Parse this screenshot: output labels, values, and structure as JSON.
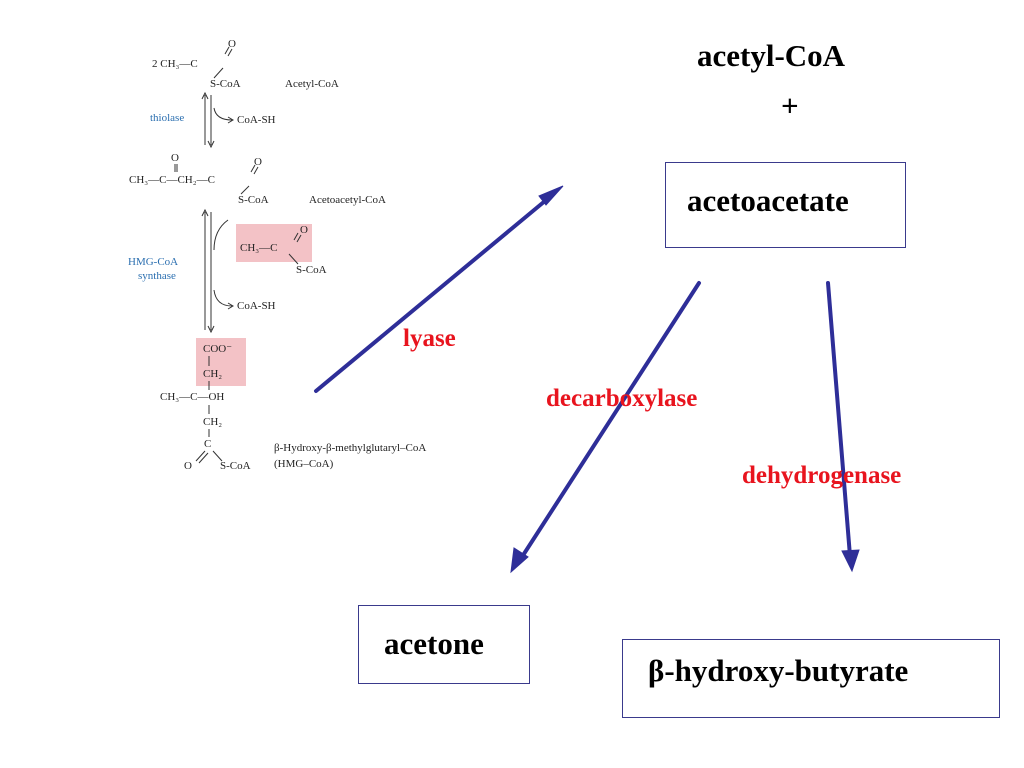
{
  "pathway": {
    "row1_formula": "2 CH₃—C",
    "row1_o": "O",
    "row1_scoa": "S-CoA",
    "row1_name": "Acetyl-CoA",
    "thiolase": "thiolase",
    "coash1": "CoA-SH",
    "row2_o1": "O",
    "row2_o2": "O",
    "row2_formula": "CH₃—C—CH₂—C",
    "row2_scoa": "S-CoA",
    "row2_name": "Acetoacetyl-CoA",
    "hmg_enzyme_line1": "HMG-CoA",
    "hmg_enzyme_line2": "synthase",
    "added_formula": "CH₃—C",
    "added_o": "O",
    "added_scoa": "S-CoA",
    "coash2": "CoA-SH",
    "hmg_coo": "COO⁻",
    "hmg_ch2a": "CH₂",
    "hmg_mid": "CH₃—C—OH",
    "hmg_ch2b": "CH₂",
    "hmg_c": "C",
    "hmg_o": "O",
    "hmg_scoa": "S-CoA",
    "hmg_name_line1": "β-Hydroxy-β-methylglutaryl–CoA",
    "hmg_name_line2": "(HMG–CoA)"
  },
  "nodes": {
    "acetyl_coa": "acetyl-CoA",
    "plus": "+",
    "acetoacetate": "acetoacetate",
    "acetone": "acetone",
    "beta_hydroxybutyrate": "β-hydroxy-butyrate"
  },
  "enzymes": {
    "lyase": "lyase",
    "decarboxylase": "decarboxylase",
    "dehydrogenase": "dehydrogenase"
  },
  "colors": {
    "arrow": "#2e2e98",
    "enzyme_label": "#e8141e",
    "box_border": "#3a3a8c",
    "highlight": "#f3c2c6",
    "enzyme_text_small": "#2b6fb0"
  }
}
